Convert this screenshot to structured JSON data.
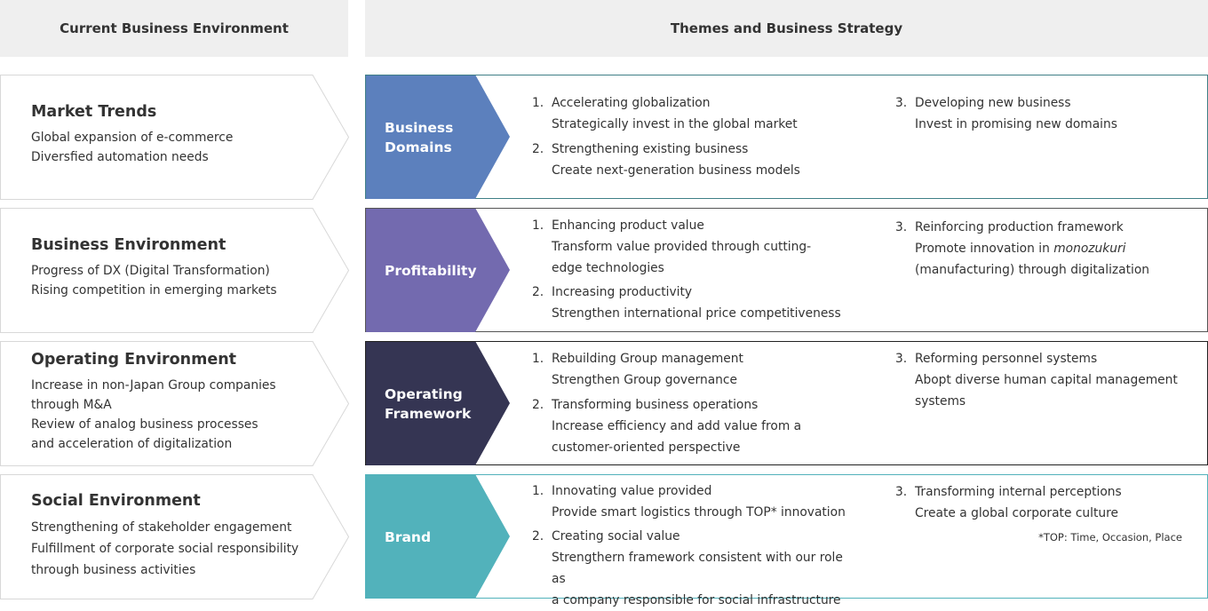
{
  "headers": {
    "left": "Current Business Environment",
    "right": "Themes and Business Strategy"
  },
  "rows": [
    {
      "env_title": "Market Trends",
      "env_lines": [
        "Global expansion of e-commerce",
        "Diversfied automation needs"
      ],
      "theme_lines": [
        "Business",
        "Domains"
      ],
      "color": "#5c80bd",
      "border": "#3f7f86",
      "items": [
        {
          "num": "1.",
          "title": "Accelerating globalization",
          "desc": "Strategically invest in the global market"
        },
        {
          "num": "2.",
          "title": "Strengthening existing business",
          "desc": "Create next-generation business models"
        },
        {
          "num": "3.",
          "title": "Developing new business",
          "desc": "Invest in promising new domains"
        }
      ]
    },
    {
      "env_title": "Business Environment",
      "env_lines": [
        "Progress of DX (Digital Transformation)",
        "Rising competition in emerging markets"
      ],
      "theme_lines": [
        "Profitability"
      ],
      "color": "#736aaf",
      "border": "#555555",
      "items": [
        {
          "num": "1.",
          "title": "Enhancing product value",
          "desc_lines": [
            "Transform value provided through cutting-",
            "edge technologies"
          ]
        },
        {
          "num": "2.",
          "title": "Increasing productivity",
          "desc": "Strengthen international price competitiveness"
        },
        {
          "num": "3.",
          "title": "Reinforcing production framework",
          "desc_a": "Promote innovation in ",
          "desc_em": "monozukuri",
          "desc_b": "(manufacturing) through digitalization"
        }
      ]
    },
    {
      "env_title": "Operating Environment",
      "env_lines": [
        "Increase in non-Japan Group companies",
        "through M&A",
        "Review of analog business processes",
        "and acceleration of digitalization"
      ],
      "theme_lines": [
        "Operating",
        "Framework"
      ],
      "color": "#353553",
      "border": "#222222",
      "items": [
        {
          "num": "1.",
          "title": "Rebuilding Group management",
          "desc": "Strengthen Group governance"
        },
        {
          "num": "2.",
          "title": "Transforming business operations",
          "desc_lines": [
            "Increase efficiency and add value from a",
            "customer-oriented perspective"
          ]
        },
        {
          "num": "3.",
          "title": "Reforming personnel systems",
          "desc_lines": [
            "Abopt diverse human capital management",
            "systems"
          ]
        }
      ]
    },
    {
      "env_title": "Social Environment",
      "env_lines": [
        "Strengthening of stakeholder engagement",
        "Fulfillment of corporate social responsibility",
        "through business activities"
      ],
      "theme_lines": [
        "Brand"
      ],
      "color": "#52b2bb",
      "border": "#52b2bb",
      "items": [
        {
          "num": "1.",
          "title": "Innovating value provided",
          "desc": "Provide smart logistics through TOP* innovation"
        },
        {
          "num": "2.",
          "title": "Creating social value",
          "desc_lines": [
            "Strengthern framework consistent with our role as",
            "a company responsible for social infrastructure"
          ]
        },
        {
          "num": "3.",
          "title": "Transforming internal perceptions",
          "desc": "Create a global corporate culture"
        }
      ],
      "note": "*TOP: Time, Occasion, Place"
    }
  ]
}
